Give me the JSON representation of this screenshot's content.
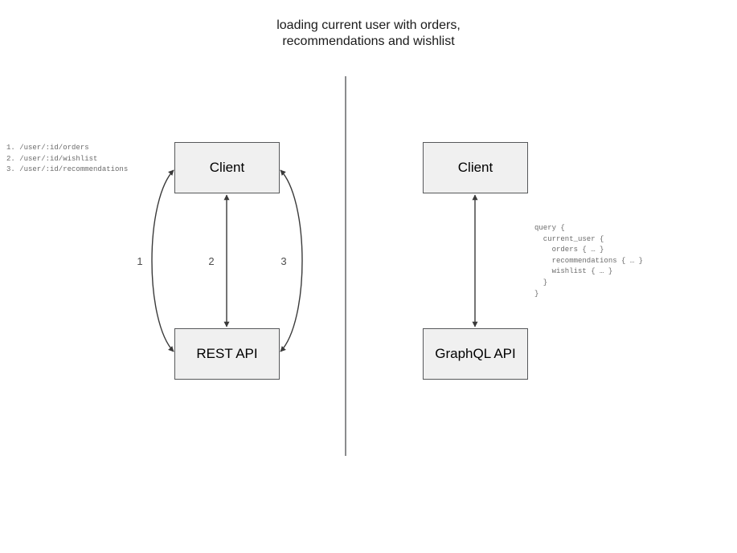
{
  "diagram": {
    "title": "loading current user with orders,\nrecommendations and wishlist",
    "divider_color": "#6e7072",
    "node_fill": "#f0f0f0",
    "node_stroke": "#56585a",
    "edge_color": "#3a3a3a",
    "left_panel": {
      "nodes": {
        "client": "Client",
        "api": "REST API"
      },
      "edge_labels": [
        "1",
        "2",
        "3"
      ],
      "endpoints": "1. /user/:id/orders\n2. /user/:id/wishlist\n3. /user/:id/recommendations"
    },
    "right_panel": {
      "nodes": {
        "client": "Client",
        "api": "GraphQL API"
      },
      "query": "query {\n  current_user {\n    orders { … }\n    recommendations { … }\n    wishlist { … }\n  }\n}"
    }
  }
}
